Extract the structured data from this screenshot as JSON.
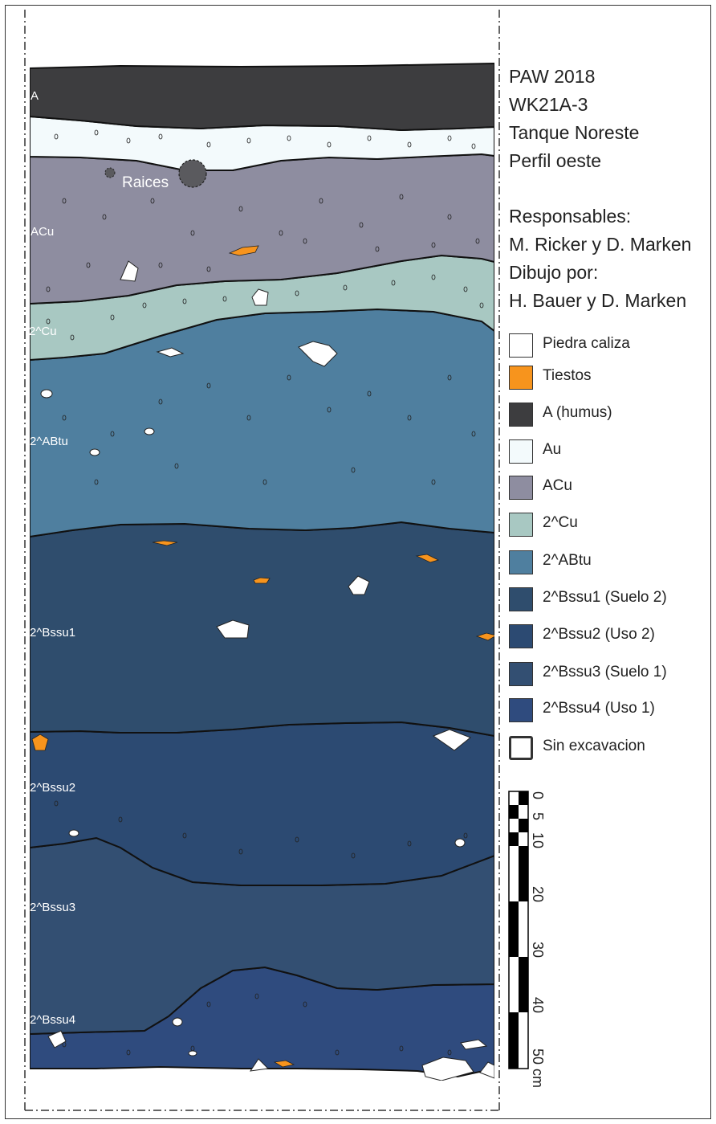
{
  "header": {
    "lines": [
      "PAW 2018",
      "WK21A-3",
      "Tanque Noreste",
      "Perfil oeste"
    ]
  },
  "credits": {
    "lines": [
      "Responsables:",
      "M. Ricker y D. Marken",
      "Dibujo por:",
      "H. Bauer y D. Marken"
    ]
  },
  "legend": [
    {
      "label": "Piedra caliza",
      "color": "#ffffff"
    },
    {
      "label": "Tiestos",
      "color": "#f7941d"
    },
    {
      "label": "A (humus)",
      "color": "#3d3d3f"
    },
    {
      "label": "Au",
      "color": "#f3fafc"
    },
    {
      "label": "ACu",
      "color": "#8e8da0"
    },
    {
      "label": "2^Cu",
      "color": "#a8c8c2"
    },
    {
      "label": "2^ABtu",
      "color": "#4f7f9f"
    },
    {
      "label": "2^Bssu1 (Suelo 2)",
      "color": "#2f4d6d"
    },
    {
      "label": "2^Bssu2 (Uso 2)",
      "color": "#2c4a72"
    },
    {
      "label": "2^Bssu3 (Suelo 1)",
      "color": "#334f72"
    },
    {
      "label": "2^Bssu4 (Uso 1)",
      "color": "#2f4b7e"
    },
    {
      "label": "Sin excavacion",
      "color": "#ffffff"
    }
  ],
  "profile": {
    "layer_labels": [
      "A",
      "ACu",
      "2^Cu",
      "2^ABtu",
      "2^Bssu1",
      "2^Bssu2",
      "2^Bssu3",
      "2^Bssu4"
    ],
    "roots_label": "Raices"
  },
  "scale": {
    "ticks": [
      "0",
      "5",
      "10",
      "20",
      "30",
      "40",
      "50 cm"
    ]
  }
}
